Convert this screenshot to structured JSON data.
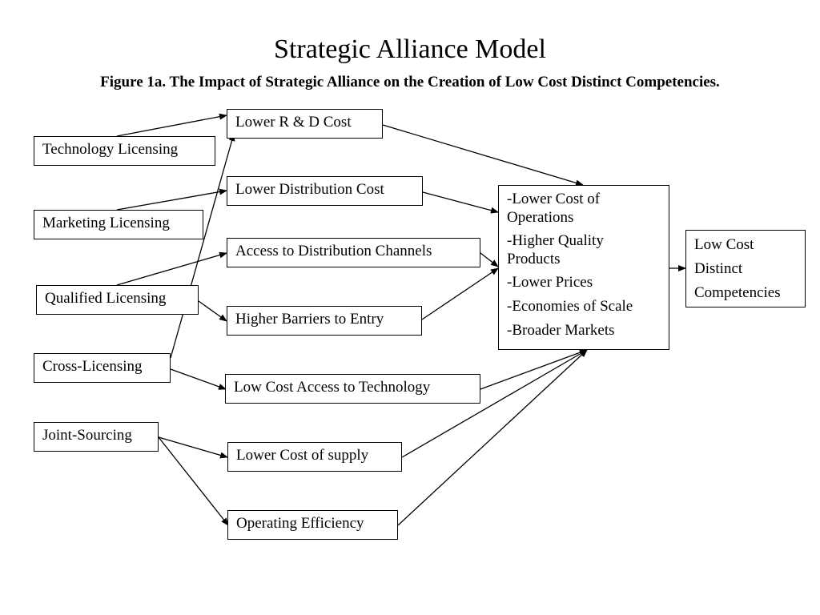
{
  "title": "Strategic Alliance Model",
  "subtitle": "Figure 1a. The Impact of Strategic Alliance on the Creation of Low Cost Distinct Competencies.",
  "sources": {
    "technology_licensing": "Technology Licensing",
    "marketing_licensing": "Marketing Licensing",
    "qualified_licensing": "Qualified Licensing",
    "cross_licensing": "Cross-Licensing",
    "joint_sourcing": "Joint-Sourcing"
  },
  "benefits": {
    "lower_rd_cost": "Lower R & D Cost",
    "lower_distribution_cost": "Lower Distribution Cost",
    "access_distribution_channels": "Access to Distribution Channels",
    "higher_barriers_entry": "Higher Barriers to Entry",
    "low_cost_access_technology": "Low Cost Access to Technology",
    "lower_cost_supply": "Lower Cost of supply",
    "operating_efficiency": "Operating Efficiency"
  },
  "outcomes": {
    "items": [
      "-Lower Cost of Operations",
      "-Higher Quality Products",
      "-Lower Prices",
      "-Economies of Scale",
      "-Broader Markets"
    ]
  },
  "result": {
    "lines": [
      "Low Cost",
      "Distinct",
      "Competencies"
    ]
  },
  "colors": {
    "lines": "#000000",
    "background": "#ffffff"
  }
}
